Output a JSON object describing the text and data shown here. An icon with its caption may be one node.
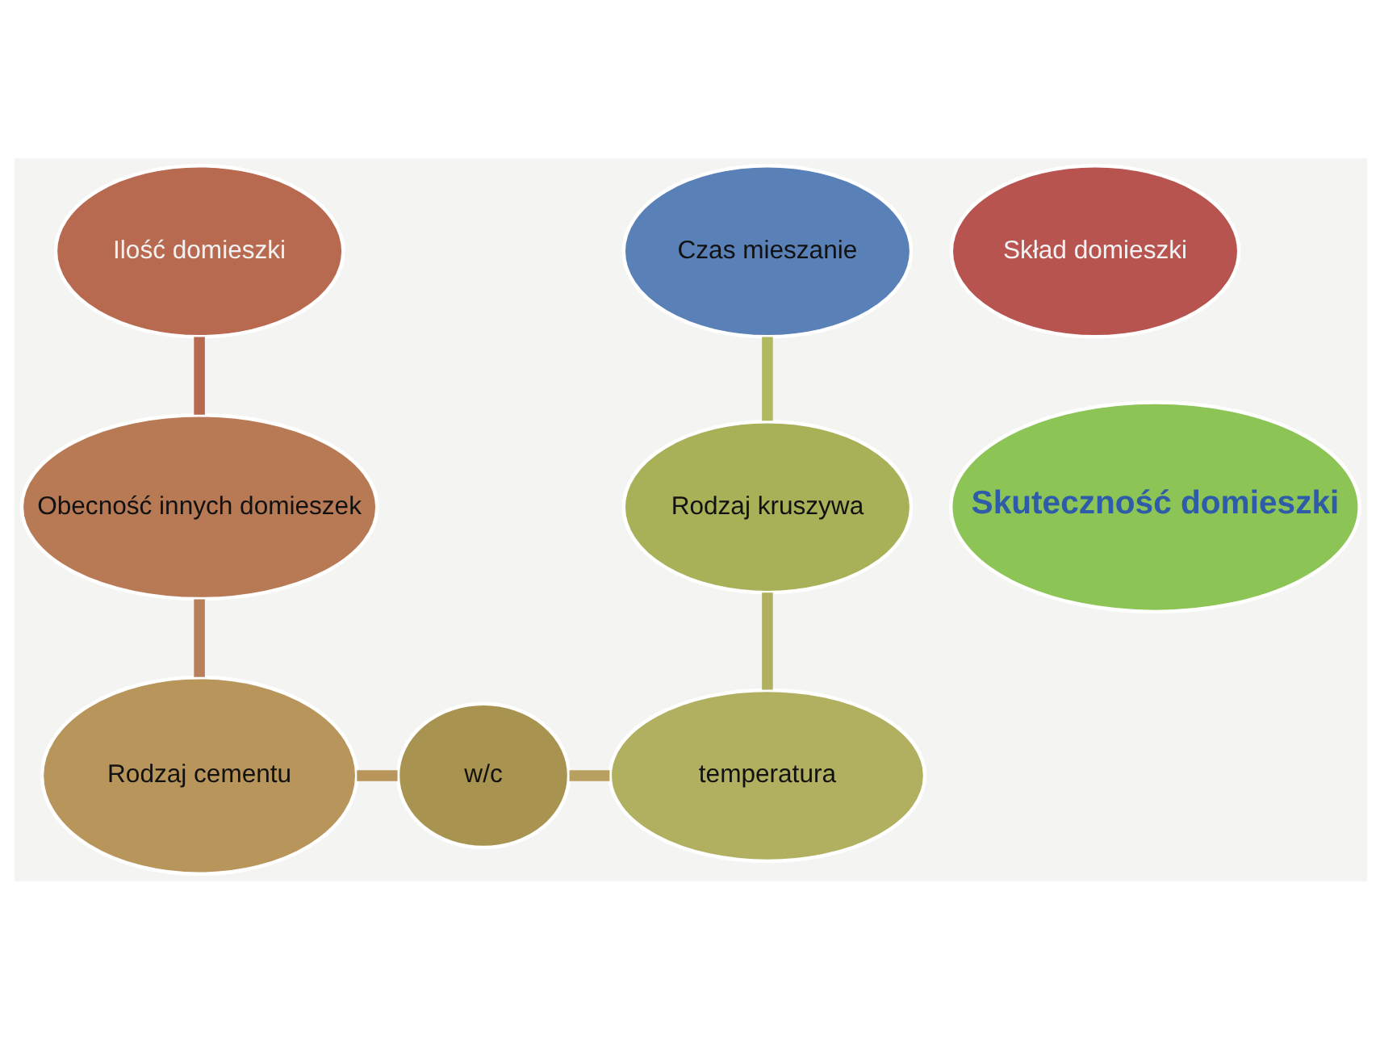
{
  "diagram": {
    "nodes": [
      {
        "text": [
          "Skuteczność domieszki"
        ]
      },
      {
        "text": [
          "Skład domieszki"
        ]
      },
      {
        "text": [
          "Ilość domieszki"
        ]
      },
      {
        "text": [
          "Obecność innych domieszek"
        ]
      },
      {
        "text": [
          "Rodzaj cementu"
        ]
      },
      {
        "text": [
          "w/c"
        ]
      },
      {
        "text": [
          "temperatura"
        ]
      },
      {
        "text": [
          "Rodzaj kruszywa"
        ]
      },
      {
        "text": [
          "Czas mieszanie"
        ]
      }
    ],
    "edges": [
      {
        "from": 2,
        "to": 3,
        "arrow": "none",
        "color": "#b86a50"
      },
      {
        "from": 3,
        "to": 4,
        "arrow": "none",
        "color": "#b8805a"
      },
      {
        "from": 4,
        "to": 5,
        "arrow": "none",
        "color": "#b8955a"
      },
      {
        "from": 5,
        "to": 6,
        "arrow": "none",
        "color": "#b8a060"
      },
      {
        "from": 7,
        "to": 6,
        "arrow": "none",
        "color": "#b0b060"
      },
      {
        "from": 8,
        "to": 7,
        "arrow": "none",
        "color": "#b0b860"
      }
    ]
  }
}
